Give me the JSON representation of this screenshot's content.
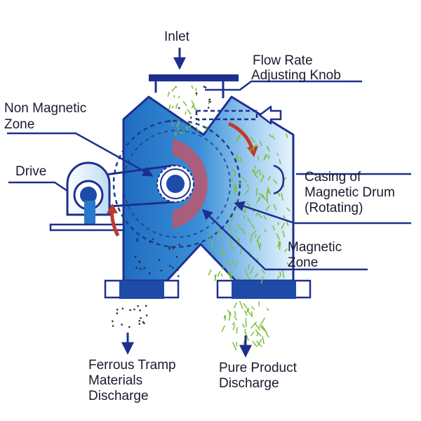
{
  "labels": {
    "inlet": "Inlet",
    "flow_rate_1": "Flow Rate",
    "flow_rate_2": "Adjusting Knob",
    "non_magnetic_1": "Non Magnetic",
    "non_magnetic_2": "Zone",
    "drive": "Drive",
    "casing_1": "Casing of",
    "casing_2": "Magnetic Drum",
    "casing_3": "(Rotating)",
    "magnetic_1": "Magnetic",
    "magnetic_2": "Zone",
    "ferrous_1": "Ferrous Tramp",
    "ferrous_2": "Materials",
    "ferrous_3": "Discharge",
    "pure_1": "Pure Product",
    "pure_2": "Discharge"
  },
  "colors": {
    "navy": "#1e2f8f",
    "body_blue": "#2a78c8",
    "light_blue": "#d8ecfb",
    "red_arrow": "#c0392b",
    "magnet": "#c0566b",
    "particles_green": "#7dbf3a"
  }
}
